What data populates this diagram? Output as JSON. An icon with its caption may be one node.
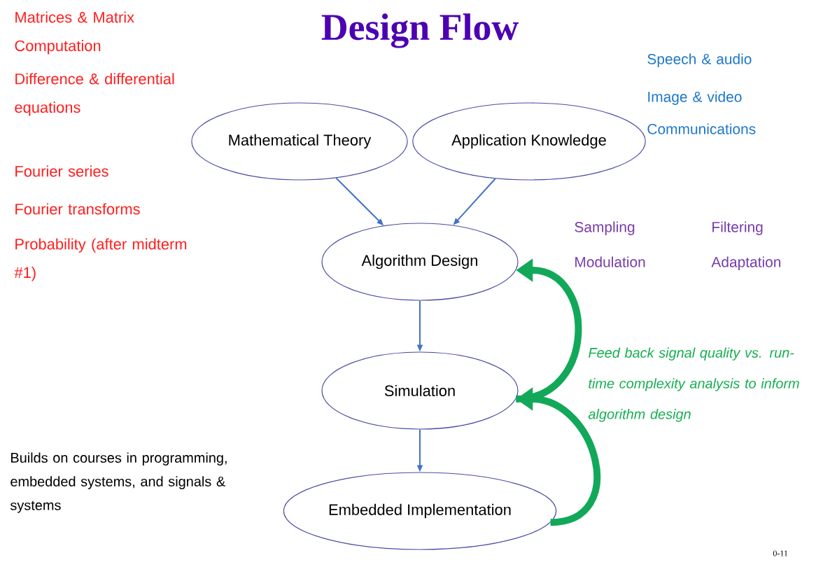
{
  "diagram": {
    "title": "Design Flow",
    "nodes": [
      {
        "text": [
          "Mathematical Theory"
        ]
      },
      {
        "text": [
          "Application Knowledge"
        ]
      },
      {
        "text": [
          "Algorithm Design"
        ]
      },
      {
        "text": [
          "Simulation"
        ]
      },
      {
        "text": [
          "Embedded Implementation"
        ]
      }
    ],
    "edges": [
      {
        "from": 0,
        "to": 2,
        "arrow": "to"
      },
      {
        "from": 1,
        "to": 2,
        "arrow": "to"
      },
      {
        "from": 2,
        "to": 3,
        "arrow": "to"
      },
      {
        "from": 3,
        "to": 4,
        "arrow": "to"
      },
      {
        "from": 3,
        "to": 2,
        "arrow": "to",
        "style": "thick",
        "color": "#12a85a"
      },
      {
        "from": 4,
        "to": 3,
        "arrow": "to",
        "style": "thick",
        "color": "#12a85a"
      }
    ],
    "labels": [
      "Matrices & Matrix Computation",
      "Difference & differential equations",
      "Fourier series",
      "Fourier transforms",
      "Probability (after midterm #1)",
      "Speech & audio",
      "Image & video",
      "Communications",
      "Sampling",
      "Filtering",
      "Modulation",
      "Adaptation",
      "Feed back signal quality vs. run-time complexity analysis to inform algorithm design",
      "Builds on courses in programming, embedded systems, and signals & systems",
      "0-11"
    ]
  }
}
